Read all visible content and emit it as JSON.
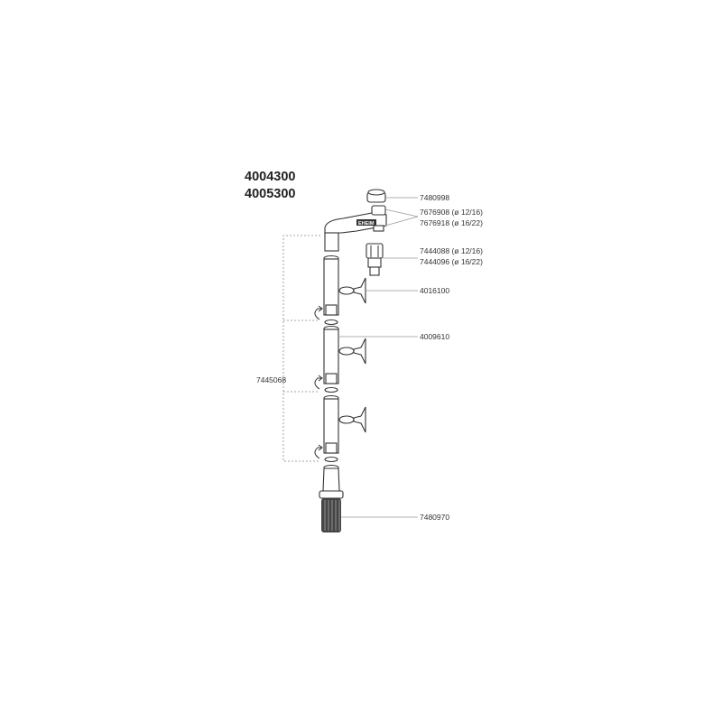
{
  "titles": [
    "4004300",
    "4005300"
  ],
  "brand_mark": "EHEIM",
  "labels": {
    "cap": "7480998",
    "elbow_a": "7676908 (ø 12/16)",
    "elbow_b": "7676918 (ø 16/22)",
    "nozzle_a": "7444088 (ø 12/16)",
    "nozzle_b": "7444096 (ø 16/22)",
    "suction_cup": "4016100",
    "tube": "4009610",
    "tube_set": "7445068",
    "strainer": "7480970"
  }
}
